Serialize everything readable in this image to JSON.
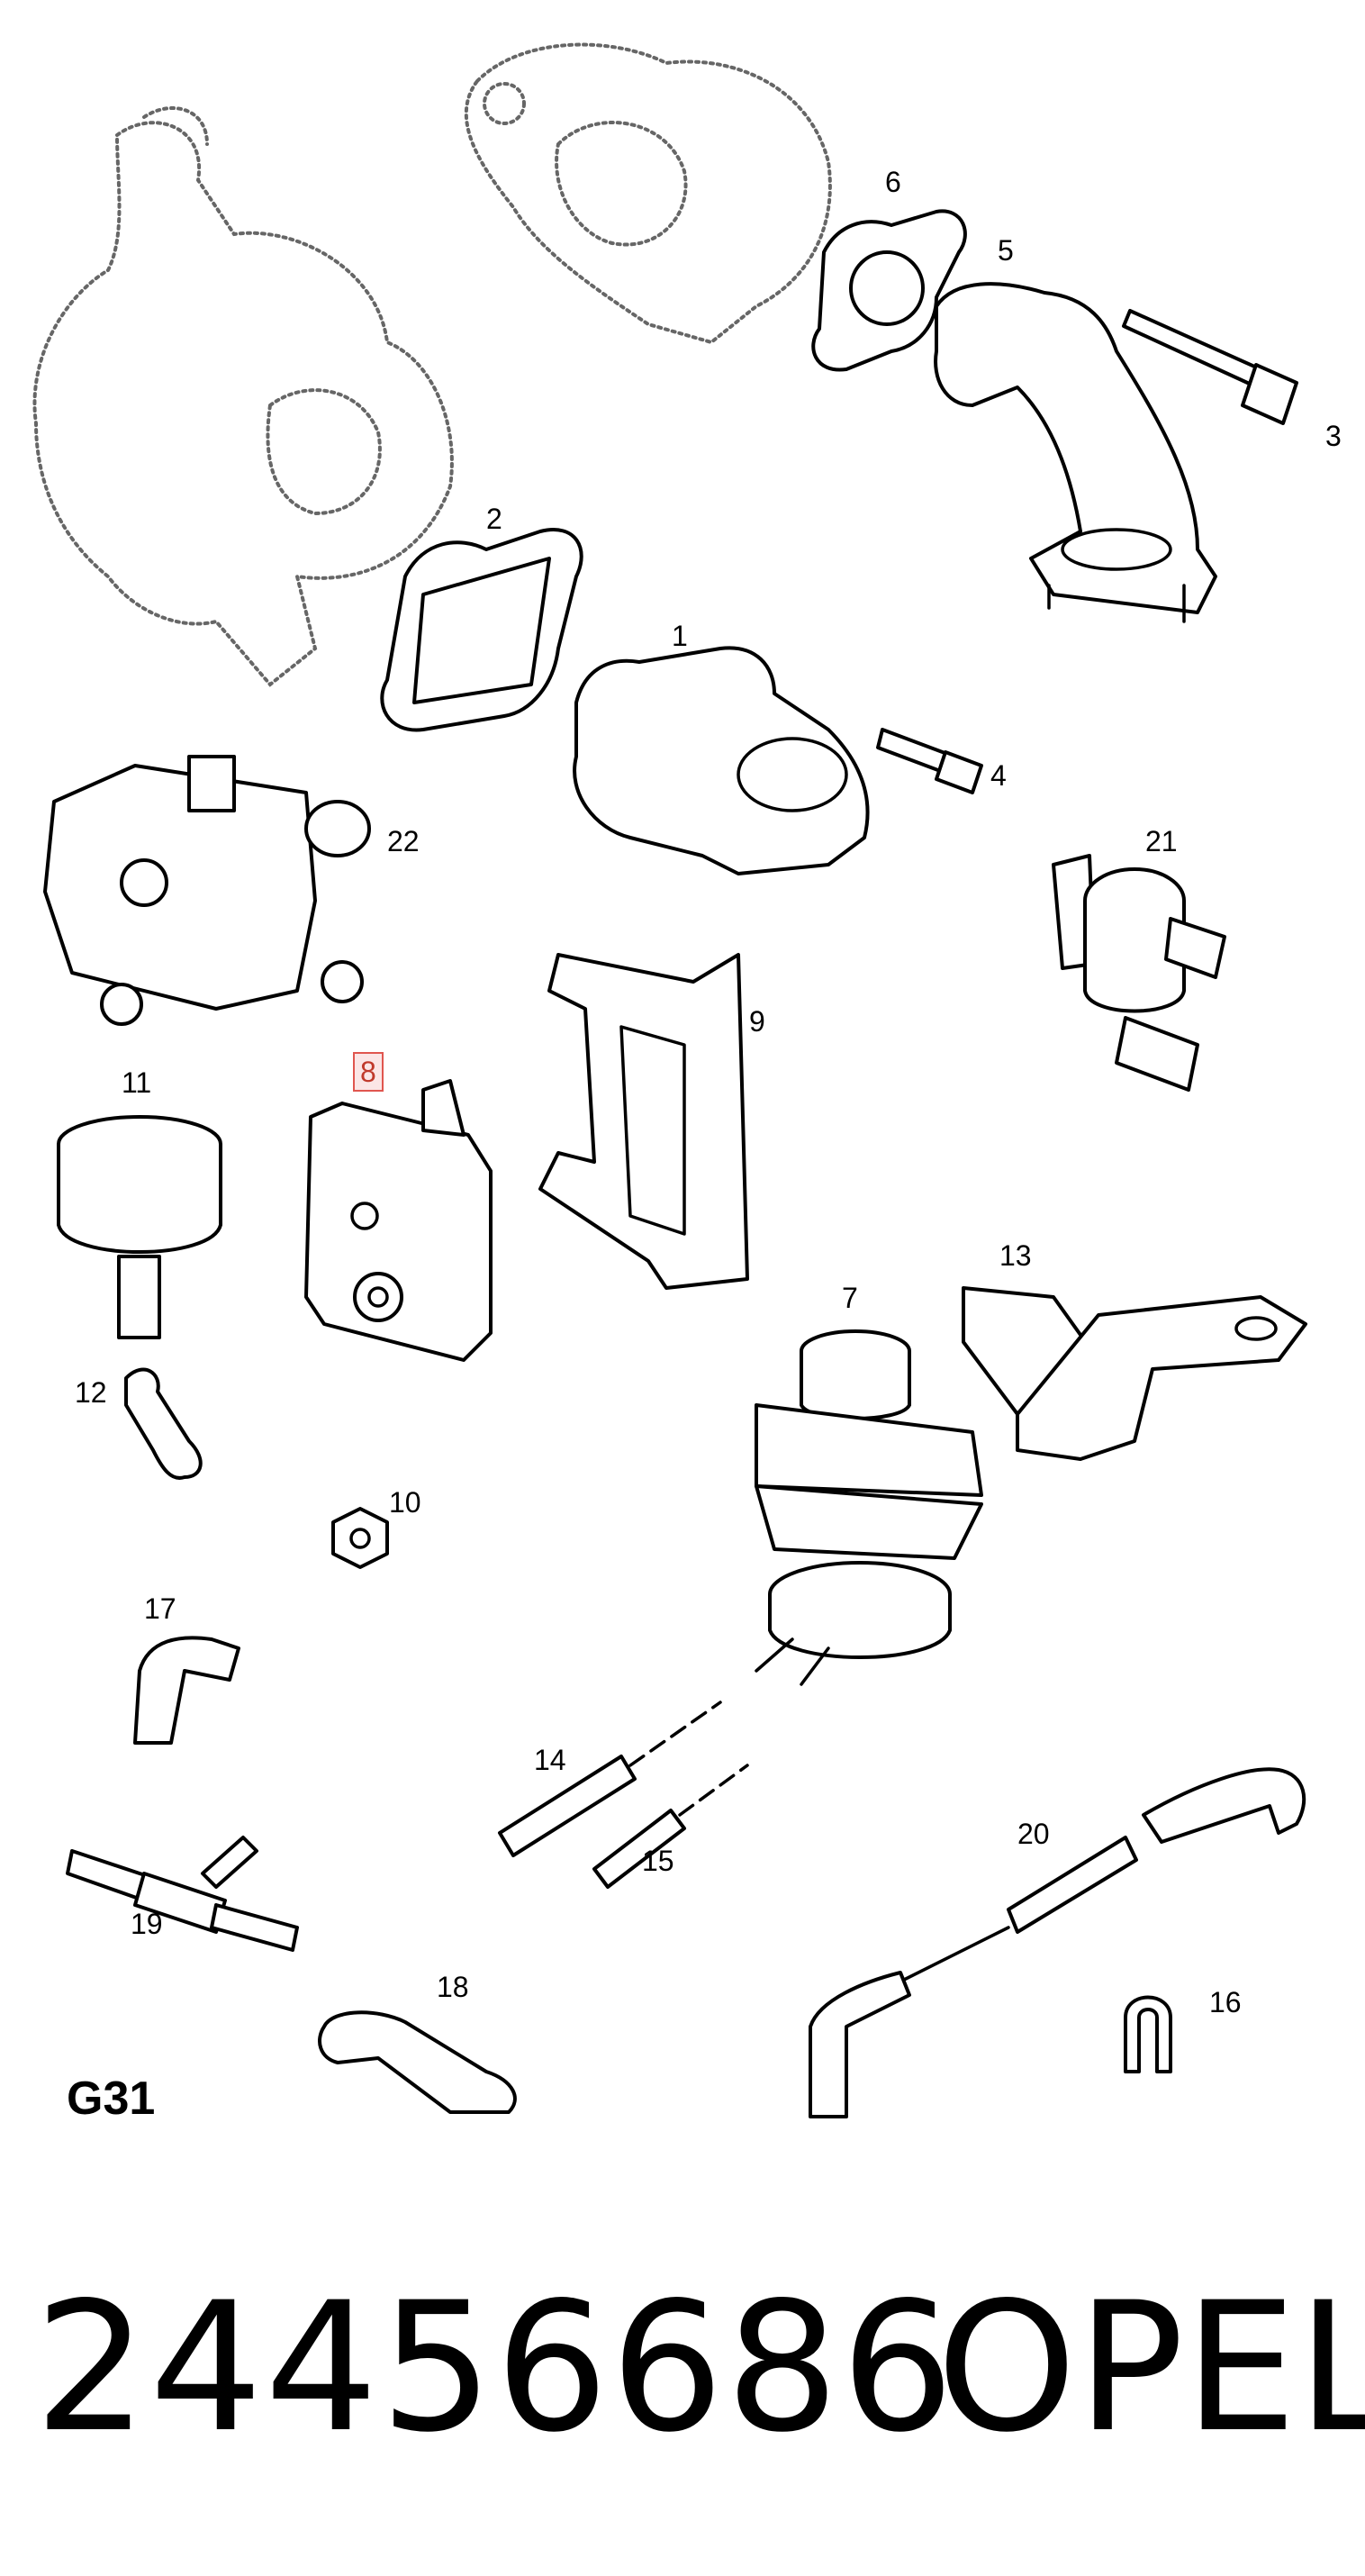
{
  "diagram": {
    "parts": [
      {
        "id": "p1",
        "label": "1"
      },
      {
        "id": "p2",
        "label": "2"
      },
      {
        "id": "p3",
        "label": "3"
      },
      {
        "id": "p4",
        "label": "4"
      },
      {
        "id": "p5",
        "label": "5"
      },
      {
        "id": "p6",
        "label": "6"
      },
      {
        "id": "p7",
        "label": "7"
      },
      {
        "id": "p8",
        "label": "8",
        "highlighted": true
      },
      {
        "id": "p9",
        "label": "9"
      },
      {
        "id": "p10",
        "label": "10"
      },
      {
        "id": "p11",
        "label": "11"
      },
      {
        "id": "p12",
        "label": "12"
      },
      {
        "id": "p13",
        "label": "13"
      },
      {
        "id": "p14",
        "label": "14"
      },
      {
        "id": "p15",
        "label": "15"
      },
      {
        "id": "p16",
        "label": "16"
      },
      {
        "id": "p17",
        "label": "17"
      },
      {
        "id": "p18",
        "label": "18"
      },
      {
        "id": "p19",
        "label": "19"
      },
      {
        "id": "p20",
        "label": "20"
      },
      {
        "id": "p21",
        "label": "21"
      },
      {
        "id": "p22",
        "label": "22"
      }
    ],
    "group_code": "G31",
    "highlight_color": "#e0564f"
  },
  "footer": {
    "part_number": "24456686",
    "brand": "OPEL"
  }
}
